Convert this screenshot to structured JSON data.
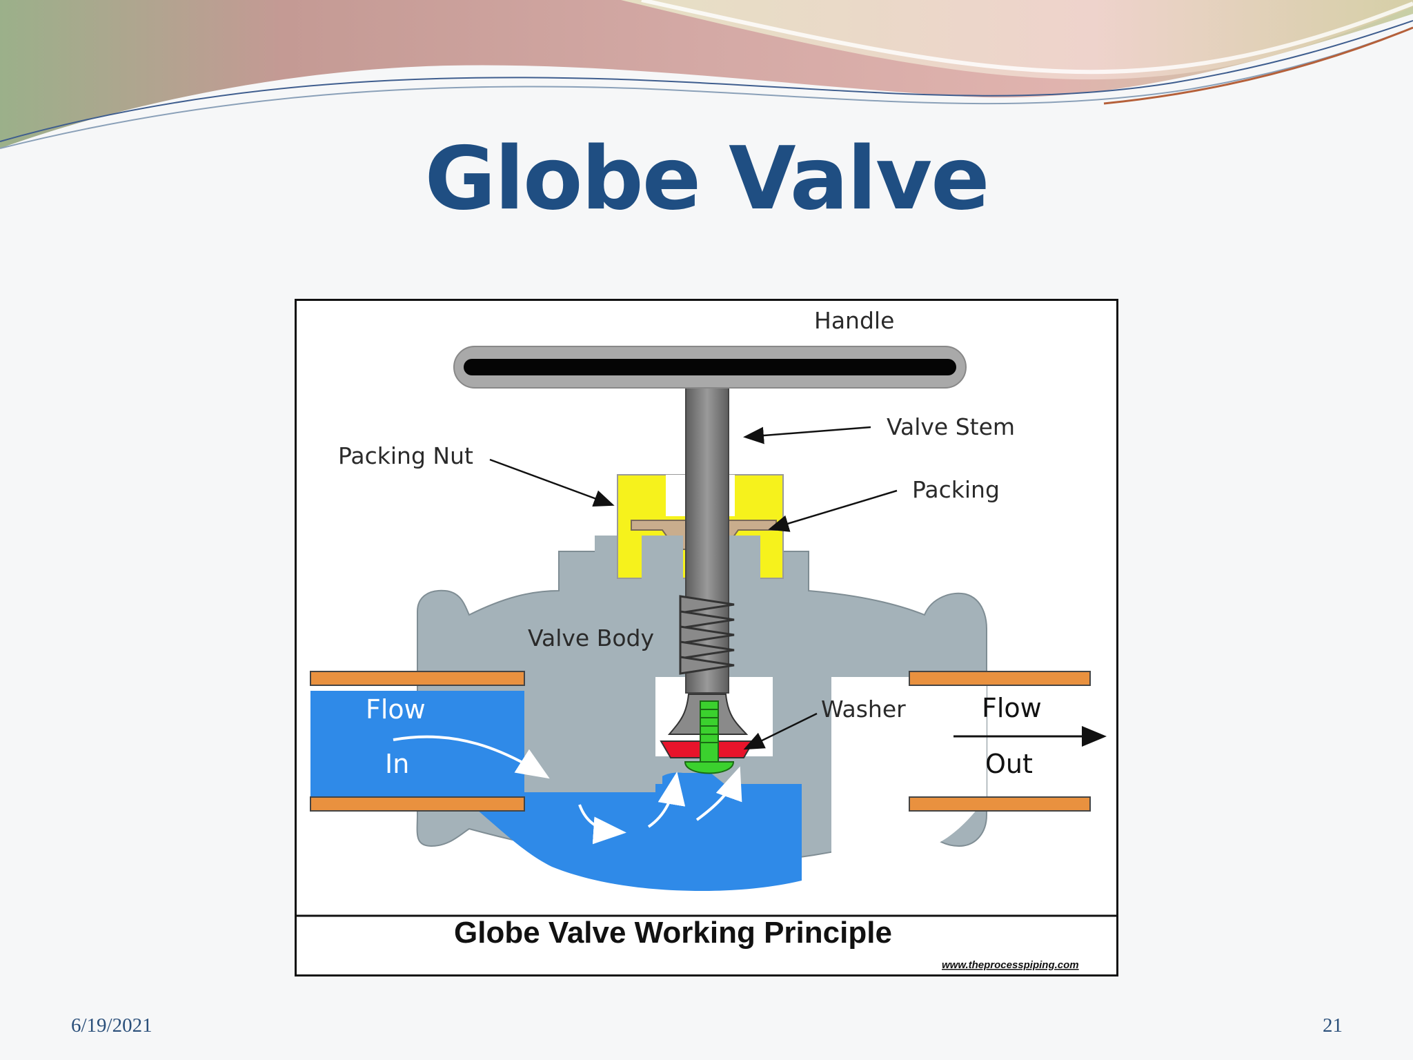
{
  "slide": {
    "title": "Globe Valve",
    "date": "6/19/2021",
    "page_number": "21"
  },
  "diagram": {
    "labels": {
      "handle": "Handle",
      "valve_stem": "Valve Stem",
      "packing_nut": "Packing Nut",
      "packing": "Packing",
      "valve_body": "Valve Body",
      "washer": "Washer",
      "flow_in_1": "Flow",
      "flow_in_2": "In",
      "flow_out_1": "Flow",
      "flow_out_2": "Out"
    },
    "caption": "Globe Valve Working Principle",
    "source": "www.theprocesspiping.com"
  },
  "colors": {
    "title": "#1f4e82",
    "body": "#a4b2b9",
    "fluid": "#2f8ae8",
    "pipe": "#e9913f",
    "packing_nut": "#f6f21c",
    "packing": "#c9ad8d",
    "stem": "#7d7d7d",
    "washer": "#e8142b",
    "screw": "#3bd12e"
  }
}
